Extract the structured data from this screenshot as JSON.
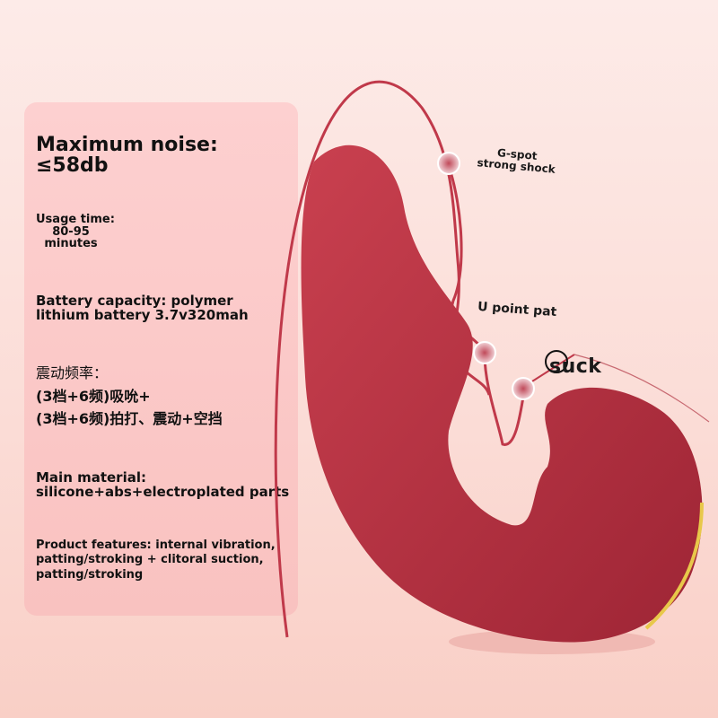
{
  "specs": {
    "max_noise": {
      "label": "Maximum noise:",
      "value": "≤58db"
    },
    "usage_time": {
      "label": "Usage time:",
      "value_line1": "80-95",
      "value_line2": "minutes"
    },
    "battery": {
      "line1": "Battery capacity: polymer",
      "line2": "lithium battery 3.7v320mah"
    },
    "vibration_frequency_cn": {
      "heading": "震动频率：",
      "line1": "(3档+6频)吸吮+",
      "line2": "(3档+6频)拍打、震动+空挡"
    },
    "material": {
      "label": "Main material:",
      "value": "silicone+abs+electroplated parts"
    },
    "features": {
      "line1": "Product features: internal vibration,",
      "line2": "patting/stroking + clitoral suction,",
      "line3": "patting/stroking"
    }
  },
  "callouts": {
    "gspot_line1": "G-spot",
    "gspot_line2": "strong shock",
    "upoint": "U point pat",
    "suck": "suck"
  },
  "colors": {
    "background_top": "#fdebe8",
    "background_bottom": "#f9cfc6",
    "card": "#fbc8c6",
    "product": "#b52e40",
    "cable": "#c0394a",
    "accent_gold": "#e8c84a",
    "text": "#111111"
  }
}
